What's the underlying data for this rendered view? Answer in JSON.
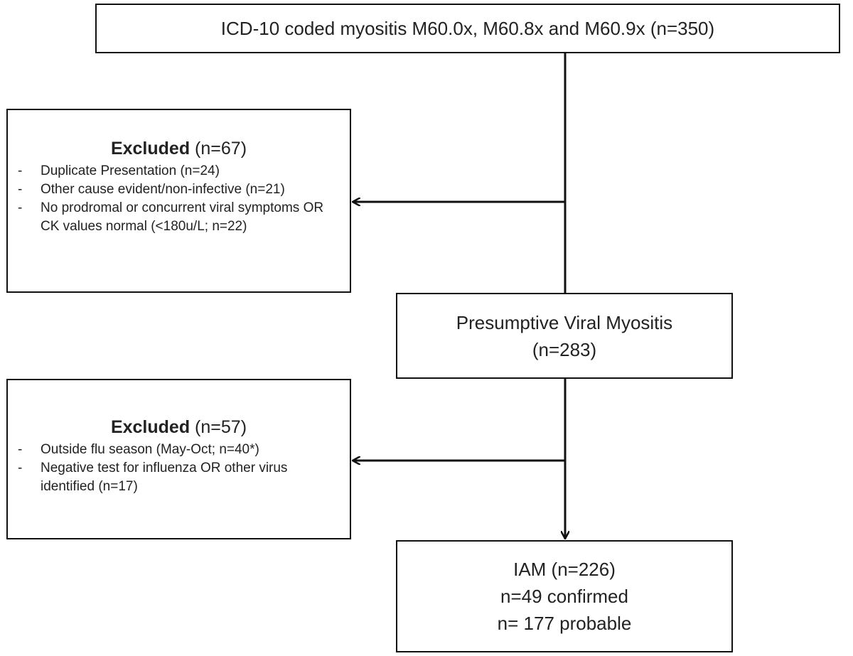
{
  "boxes": {
    "top": {
      "text": "ICD-10 coded myositis M60.0x, M60.8x and M60.9x (n=350)"
    },
    "excluded_1": {
      "title_bold": "Excluded",
      "title_rest": " (n=67)",
      "items": [
        "Duplicate Presentation (n=24)",
        "Other cause evident/non-infective (n=21)",
        "No prodromal or concurrent viral symptoms OR CK values normal (<180u/L; n=22)"
      ]
    },
    "presumptive": {
      "line1": "Presumptive Viral Myositis",
      "line2": "(n=283)"
    },
    "excluded_2": {
      "title_bold": "Excluded",
      "title_rest": " (n=57)",
      "items": [
        "Outside flu season (May-Oct; n=40*)",
        "Negative test for influenza OR other virus identified (n=17)"
      ]
    },
    "iam": {
      "line1": "IAM (n=226)",
      "line2": "n=49 confirmed",
      "line3": "n= 177 probable"
    }
  },
  "bullet": "-"
}
